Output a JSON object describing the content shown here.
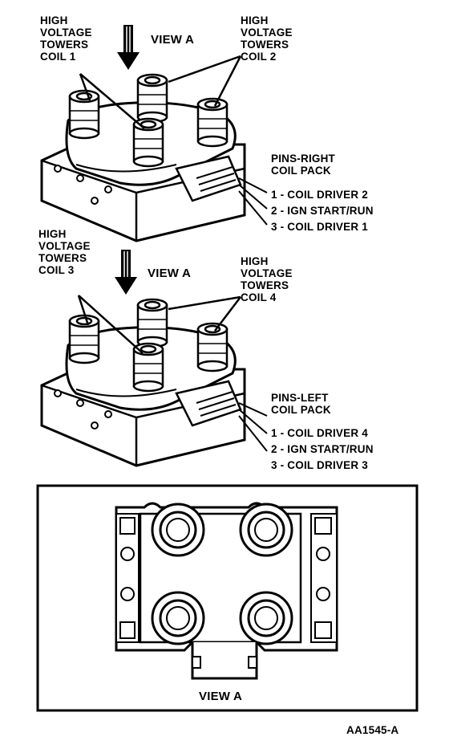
{
  "top_pack": {
    "tower_left_label": [
      "HIGH",
      "VOLTAGE",
      "TOWERS",
      "COIL 1"
    ],
    "tower_right_label": [
      "HIGH",
      "VOLTAGE",
      "TOWERS",
      "COIL 2"
    ],
    "view_label": "VIEW A",
    "pins_title": [
      "PINS-RIGHT",
      "COIL PACK"
    ],
    "pins": [
      "1 - COIL DRIVER 2",
      "2 - IGN START/RUN",
      "3 - COIL DRIVER  1"
    ]
  },
  "bottom_pack": {
    "tower_left_label": [
      "HIGH",
      "VOLTAGE",
      "TOWERS",
      "COIL 3"
    ],
    "tower_right_label": [
      "HIGH",
      "VOLTAGE",
      "TOWERS",
      "COIL 4"
    ],
    "view_label": "VIEW A",
    "pins_title": [
      "PINS-LEFT",
      "COIL PACK"
    ],
    "pins": [
      "1 - COIL DRIVER 4",
      "2 - IGN START/RUN",
      "3 - COIL DRIVER 3"
    ]
  },
  "view_a_panel": {
    "caption": "VIEW A"
  },
  "figure_id": "AA1545-A"
}
